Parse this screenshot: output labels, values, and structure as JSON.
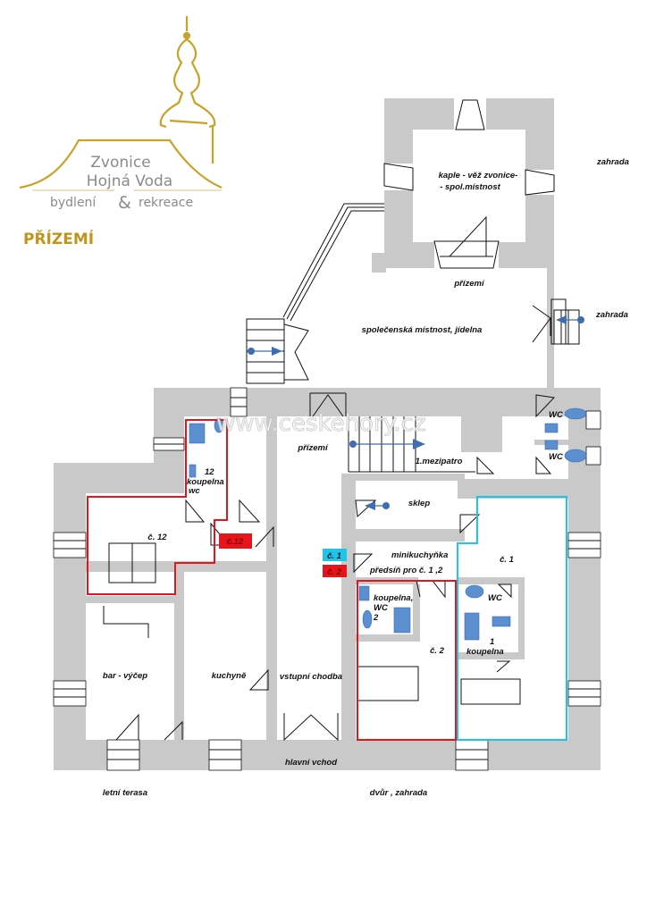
{
  "logo": {
    "line1": "Zvonice",
    "line2": "Hojná Voda",
    "line3a": "bydlení",
    "amp": "&",
    "line3b": "rekreace"
  },
  "floor_title": "PŘÍZEMÍ",
  "watermark": "www.ceskehory.cz",
  "colors": {
    "gold": "#c9a227",
    "title": "#c0961a",
    "unit_red": "#e8141b",
    "unit_cyan": "#20c4ea",
    "fixture": "#5b8fd0",
    "wall": "#c9c9c9"
  },
  "labels": {
    "tower_1": "kaple - věž zvonice-",
    "tower_2": "- spol.místnost",
    "garden_top": "zahrada",
    "garden_mid": "zahrada",
    "prizemi_top": "přízemí",
    "dining": "společenská místnost, jídelna",
    "prizemi_stairs": "přízemí",
    "mezipatro": "1.mezipatro",
    "wc_a": "WC",
    "wc_b": "WC",
    "r12_num": "12",
    "r12_bath": "koupelna",
    "r12_wc": "wc",
    "room12": "č. 12",
    "tag12": "č.12",
    "cellar": "sklep",
    "tag1": "č. 1",
    "tag2": "č. 2",
    "kitchenette": "minikuchyňka",
    "hall12": "předsíň pro č. 1 ,2",
    "room1": "č. 1",
    "wc1": "WC",
    "bath2_a": "koupelna,",
    "bath2_b": "WC",
    "bath2_num": "2",
    "room2": "č. 2",
    "bath1_num": "1",
    "bath1": "koupelna",
    "bar": "bar - výčep",
    "kitchen": "kuchyně",
    "corridor": "vstupní chodba",
    "entrance": "hlavní vchod",
    "terrace": "letní terasa",
    "yard": "dvůr , zahrada"
  }
}
